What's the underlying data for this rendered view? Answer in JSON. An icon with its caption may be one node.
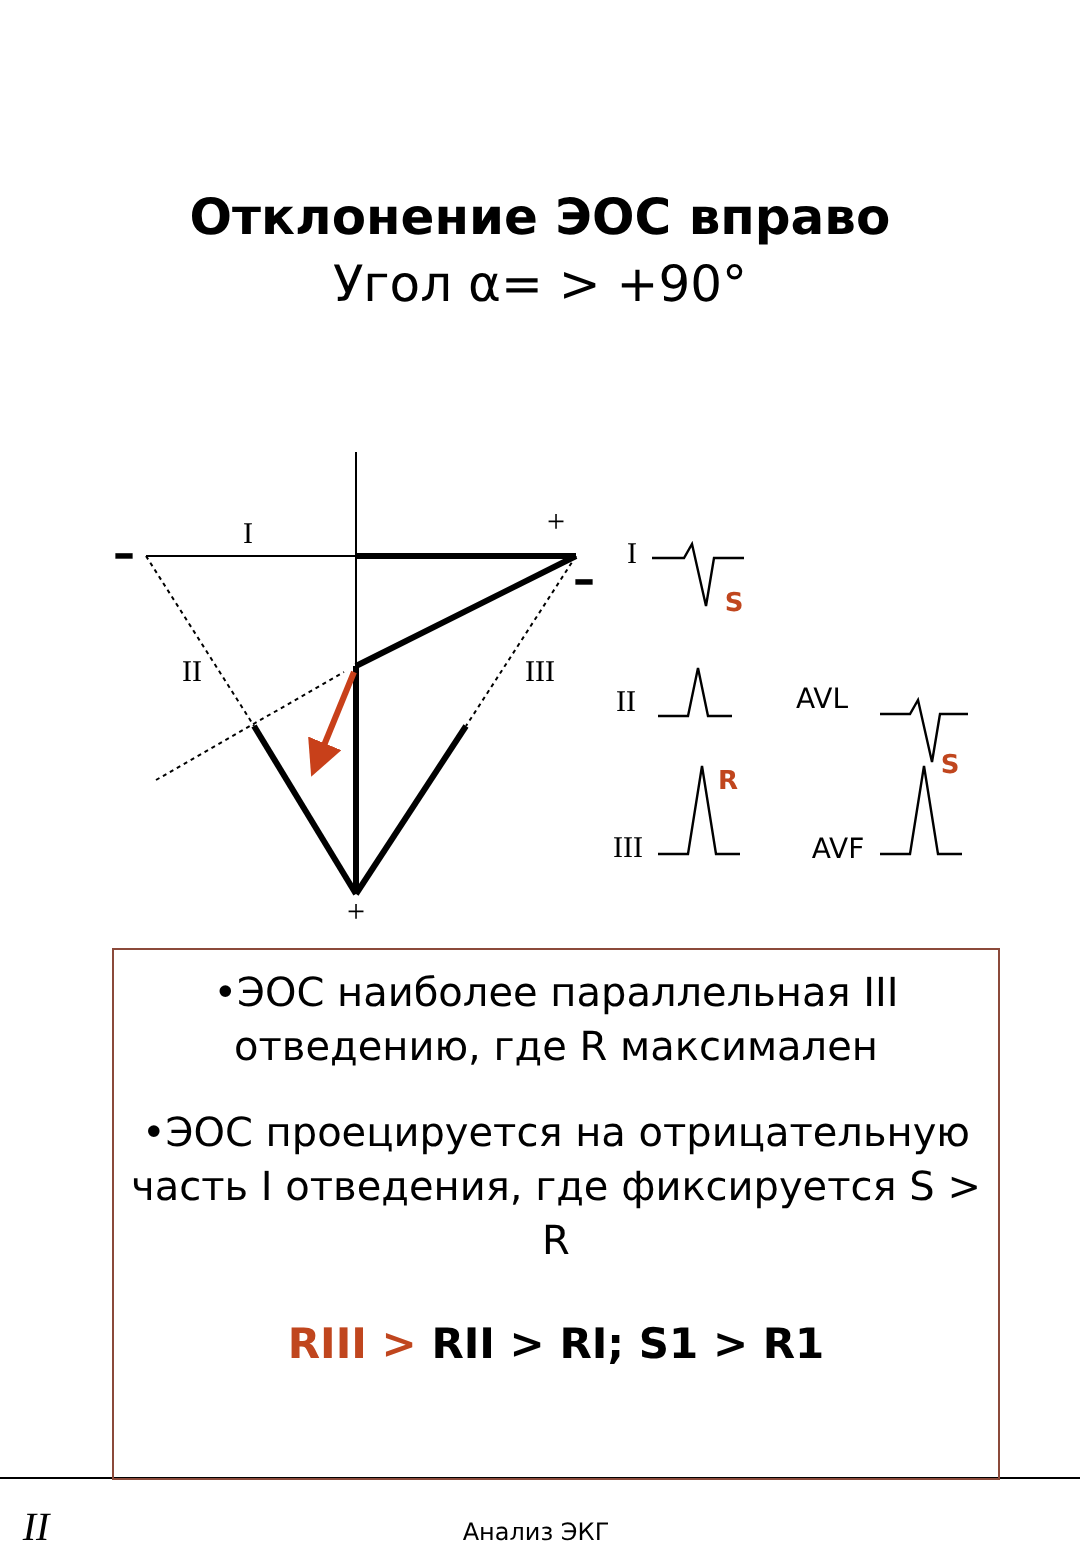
{
  "diagram": {
    "title": "Отклонение ЭОС вправо",
    "nodes": [
      {
        "text": [
          "•ЭОС наиболее параллельная III отведению, где R максимален",
          "•ЭОС проецируется на отрицательную часть I отведения, где фиксируется S > R",
          "RIII >",
          "RII > RI; S1 > R1"
        ]
      }
    ],
    "labels": [
      "Угол α= > +90°",
      "–",
      "I",
      "+",
      "–",
      "II",
      "III",
      "+",
      "I",
      "S",
      "II",
      "AVL",
      "R",
      "S",
      "III",
      "AVF",
      "II",
      "Анализ ЭКГ"
    ]
  }
}
